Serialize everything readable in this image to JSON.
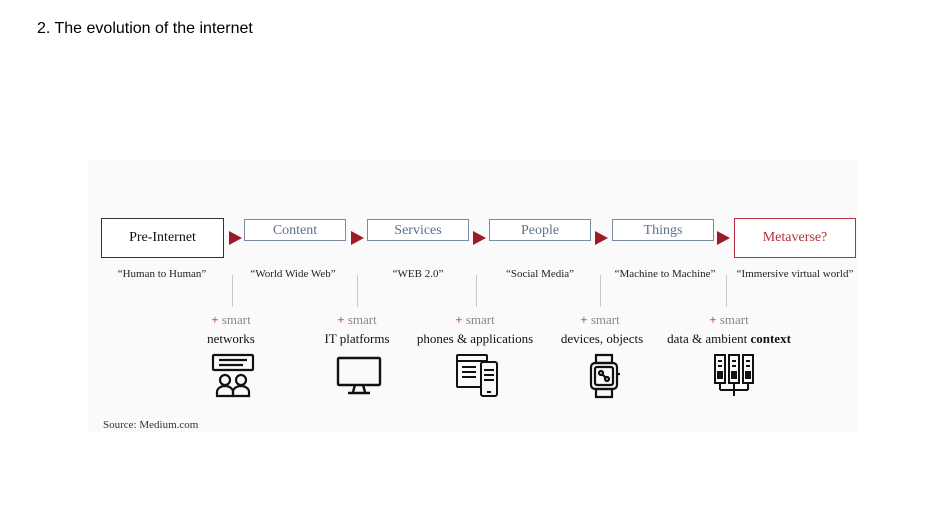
{
  "slide": {
    "title": "2. The evolution of the internet"
  },
  "diagram": {
    "stages": [
      {
        "label": "Pre-Internet",
        "quote": "“Human to Human”"
      },
      {
        "label": "Content",
        "quote": "“World Wide Web”"
      },
      {
        "label": "Services",
        "quote": "“WEB 2.0”"
      },
      {
        "label": "People",
        "quote": "“Social Media”"
      },
      {
        "label": "Things",
        "quote": "“Machine to Machine”"
      },
      {
        "label": "Metaverse?",
        "quote": "“Immersive virtual world”"
      }
    ],
    "smart_items": [
      {
        "plus": "+ ",
        "smart": "smart",
        "target": "networks",
        "icon": "people-chat-icon"
      },
      {
        "plus": "+ ",
        "smart": "smart",
        "target": "IT platforms",
        "icon": "monitor-icon"
      },
      {
        "plus": "+ ",
        "smart": "smart",
        "target": "phones & applications",
        "icon": "phone-browser-icon"
      },
      {
        "plus": "+ ",
        "smart": "smart",
        "target": "devices, objects",
        "icon": "smartwatch-icon"
      },
      {
        "plus": "+ ",
        "smart": "smart",
        "target_prefix": "data & ambient ",
        "target_bold": "context",
        "icon": "server-racks-icon"
      }
    ],
    "source": "Source:  Medium.com",
    "colors": {
      "accent": "#9b1b2a",
      "stage_border": "#7b8ba1",
      "stage_text": "#5c6f8f"
    }
  }
}
